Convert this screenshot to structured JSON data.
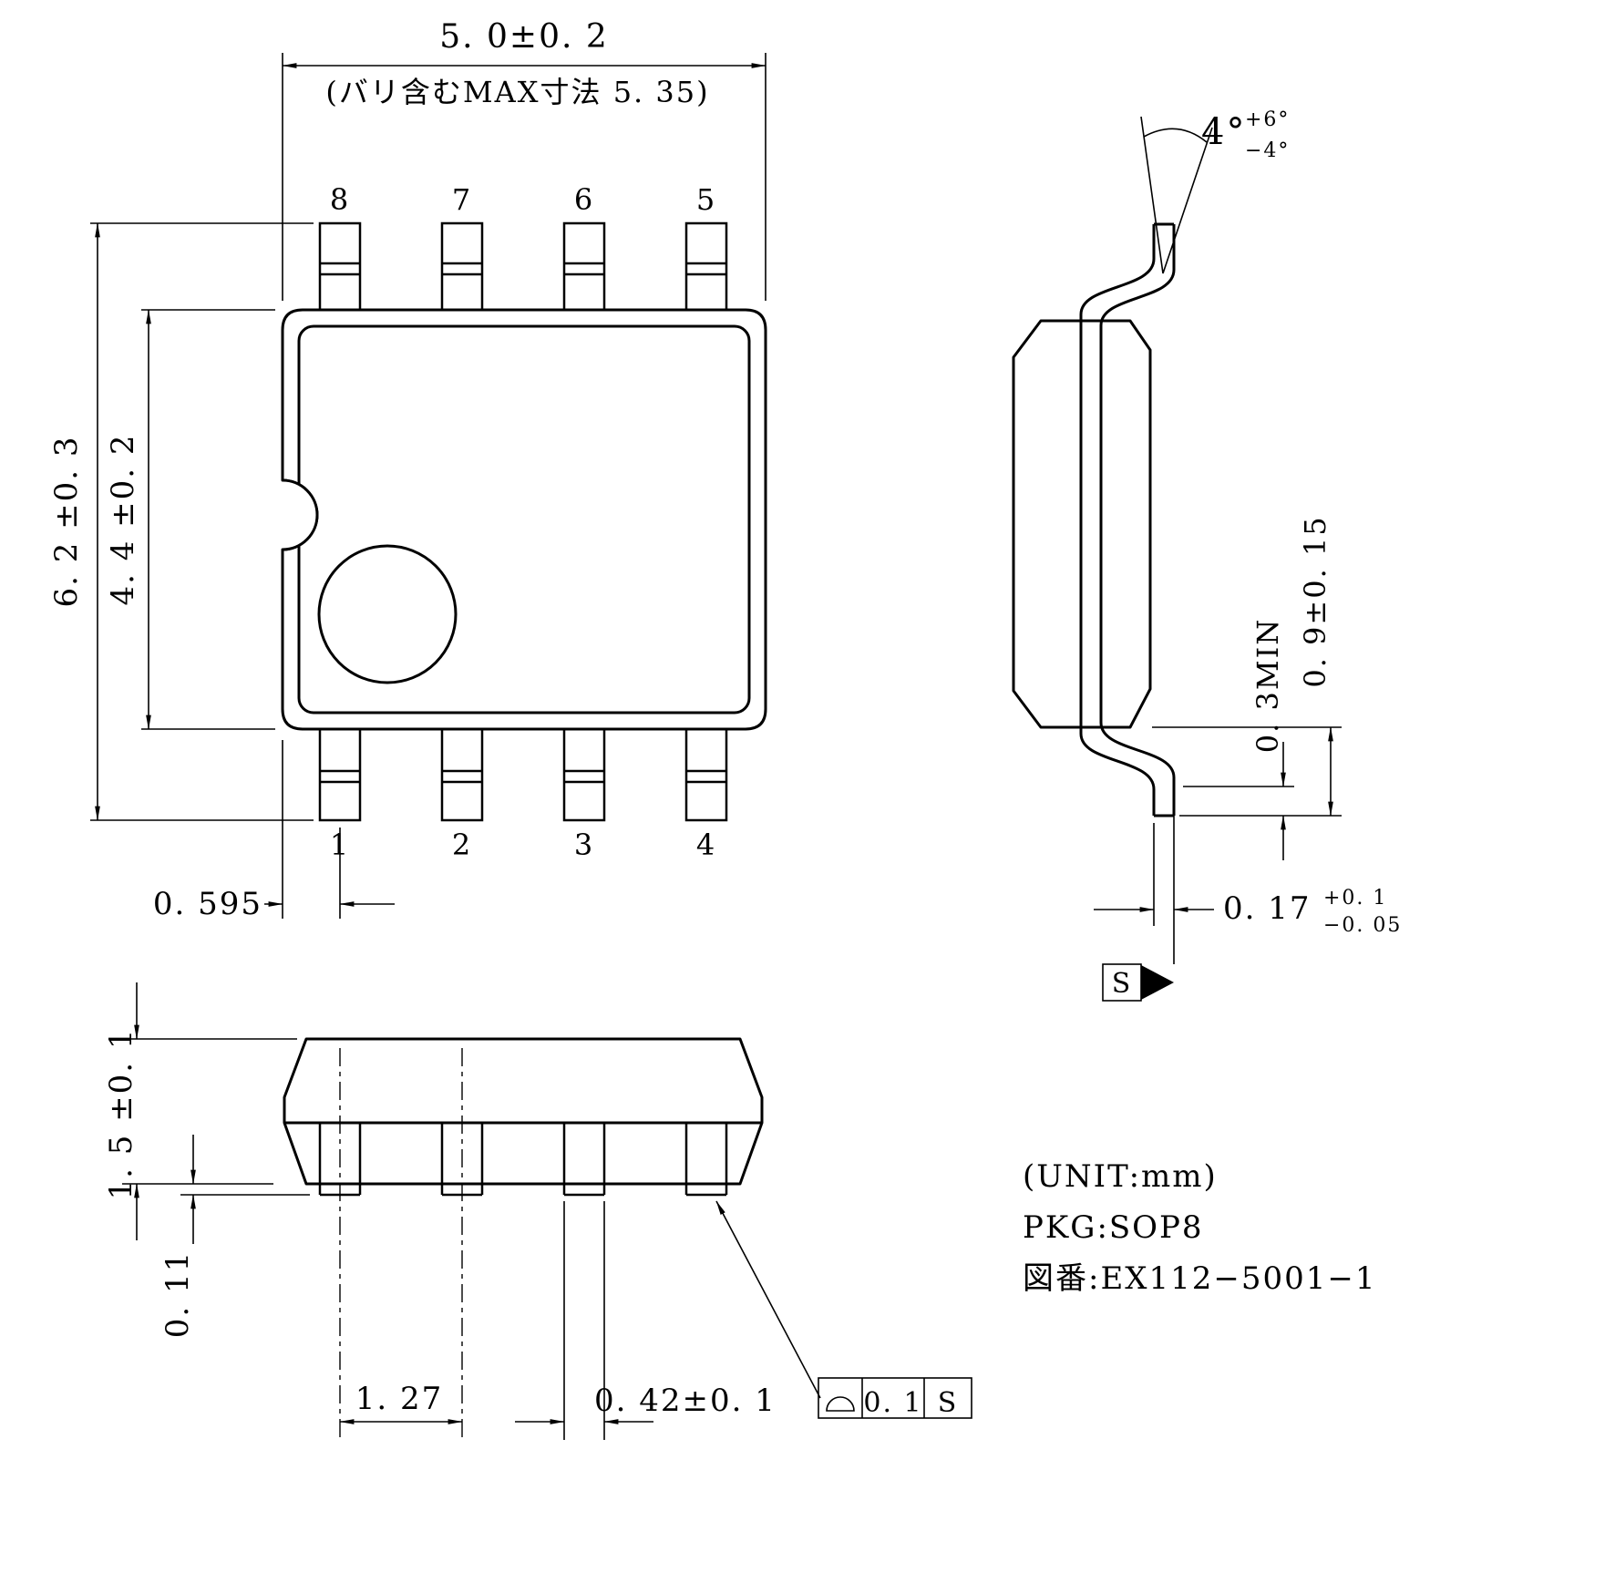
{
  "drawing": {
    "top_view": {
      "pin_labels_top": [
        "8",
        "7",
        "6",
        "5"
      ],
      "pin_labels_bottom": [
        "1",
        "2",
        "3",
        "4"
      ],
      "dims": {
        "body_width": "5. 0±0. 2",
        "body_width_max_note": "(バリ含むMAX寸法  5. 35)",
        "overall_length": "6. 2 ±0. 3",
        "body_length": "4. 4 ±0. 2",
        "pin1_offset": "0. 595"
      }
    },
    "side_view": {
      "dims": {
        "lead_angle": "4°",
        "lead_angle_tol_plus": "+6°",
        "lead_angle_tol_minus": "−4°",
        "standoff": "0. 3MIN",
        "lead_height": "0. 9±0. 15",
        "lead_thickness": "0. 17",
        "lead_thickness_tol_plus": "+0. 1",
        "lead_thickness_tol_minus": "−0. 05"
      },
      "datum_label": "S"
    },
    "front_view": {
      "dims": {
        "package_height": "1. 5 ±0. 1",
        "foot_height": "0. 11",
        "lead_pitch": "1. 27",
        "lead_width": "0. 42±0. 1"
      },
      "flatness_callout": {
        "tolerance": "0. 1",
        "datum": "S"
      }
    },
    "notes": {
      "unit": "(UNIT:mm)",
      "package": "PKG:SOP8",
      "drawing_number": "図番:EX112−5001−1"
    }
  }
}
